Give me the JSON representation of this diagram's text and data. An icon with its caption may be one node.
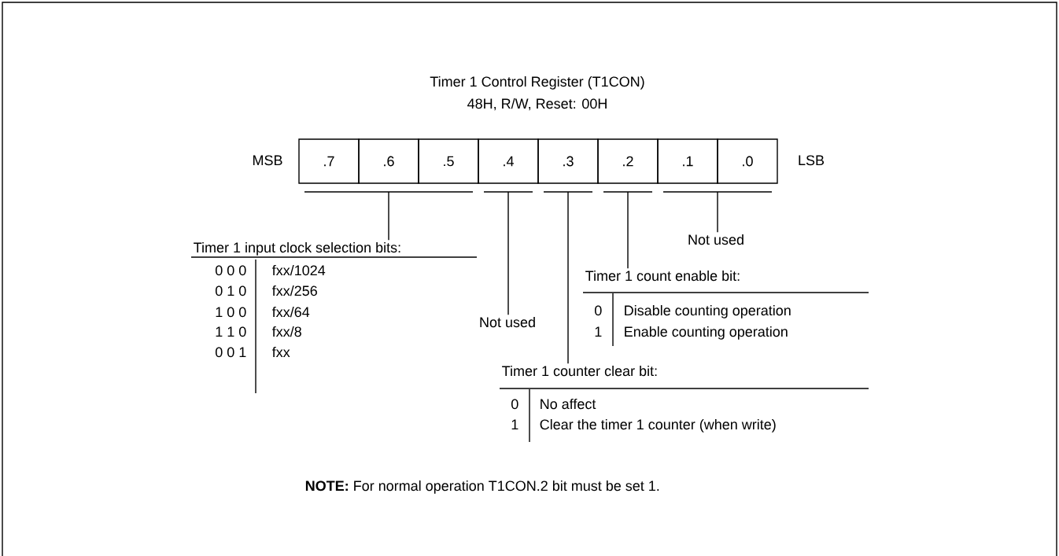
{
  "diagram": {
    "title": "Timer 1 Control Register (T1CON)",
    "nodes": [
      {
        "text": [
          ".7"
        ]
      },
      {
        "text": [
          ".6"
        ]
      },
      {
        "text": [
          ".5"
        ]
      },
      {
        "text": [
          ".4"
        ]
      },
      {
        "text": [
          ".3"
        ]
      },
      {
        "text": [
          ".2"
        ]
      },
      {
        "text": [
          ".1"
        ]
      },
      {
        "text": [
          ".0"
        ]
      },
      {
        "text": [
          "Timer 1 input clock selection bits:",
          "0 0 0",
          "fxx/1024",
          "0 1 0",
          "fxx/256",
          "1 0 0",
          "fxx/64",
          "1 1 0",
          "fxx/8",
          "0 0 1",
          "fxx"
        ]
      },
      {
        "text": [
          "Not used"
        ]
      },
      {
        "text": [
          "Timer 1 counter clear bit:",
          "0",
          "No affect",
          "1",
          "Clear the timer 1 counter (when write)"
        ]
      },
      {
        "text": [
          "Timer 1 count enable bit:",
          "0",
          "Disable counting operation",
          "1",
          "Enable counting operation"
        ]
      },
      {
        "text": [
          "Not used"
        ]
      }
    ],
    "edges": [
      {
        "from": 0,
        "to": 8,
        "arrow": "none"
      },
      {
        "from": 1,
        "to": 8,
        "arrow": "none"
      },
      {
        "from": 2,
        "to": 8,
        "arrow": "none"
      },
      {
        "from": 3,
        "to": 9,
        "arrow": "none"
      },
      {
        "from": 4,
        "to": 10,
        "arrow": "none"
      },
      {
        "from": 5,
        "to": 11,
        "arrow": "none"
      },
      {
        "from": 6,
        "to": 12,
        "arrow": "none"
      },
      {
        "from": 7,
        "to": 12,
        "arrow": "none"
      }
    ],
    "labels": [
      "48H, R/W, Reset: 00H",
      "MSB",
      "LSB",
      "**NOTE:** For normal operation T1CON.2 bit must be set 1."
    ]
  }
}
